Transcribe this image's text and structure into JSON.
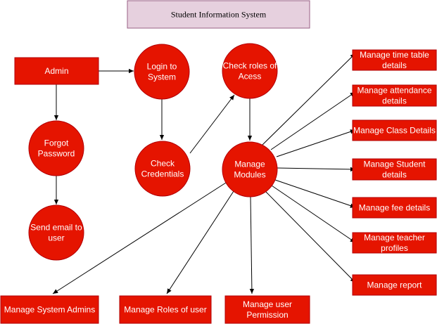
{
  "title": "Student Information System",
  "colors": {
    "node_fill": "#E51400",
    "node_stroke": "#B20000",
    "title_fill": "#E6D0DE",
    "title_stroke": "#996185",
    "edge": "#000000",
    "node_text": "#FFFFFF"
  },
  "nodes": {
    "admin": [
      "Admin"
    ],
    "login": [
      "Login to",
      "System"
    ],
    "check_roles": [
      "Check roles of",
      "Acess"
    ],
    "forgot_password": [
      "Forgot",
      "Password"
    ],
    "check_credentials": [
      "Check",
      "Credentials"
    ],
    "manage_modules": [
      "Manage",
      "Modules"
    ],
    "send_email": [
      "Send email to",
      "user"
    ],
    "manage_timetable": [
      "Manage time table",
      "details"
    ],
    "manage_attendance": [
      "Manage attendance",
      "details"
    ],
    "manage_class": [
      "Manage Class Details"
    ],
    "manage_student": [
      "Manage Student",
      "details"
    ],
    "manage_fee": [
      "Manage fee details"
    ],
    "manage_teacher": [
      "Manage teacher",
      "profiles"
    ],
    "manage_report": [
      "Manage report"
    ],
    "manage_admins": [
      "Manage System Admins"
    ],
    "manage_roles": [
      "Manage Roles of user"
    ],
    "manage_permission": [
      "Manage user",
      "Permission"
    ]
  },
  "edges": [
    [
      "admin",
      "login"
    ],
    [
      "admin",
      "forgot_password"
    ],
    [
      "forgot_password",
      "send_email"
    ],
    [
      "login",
      "check_credentials"
    ],
    [
      "check_credentials",
      "check_roles"
    ],
    [
      "check_roles",
      "manage_modules"
    ],
    [
      "manage_modules",
      "manage_timetable"
    ],
    [
      "manage_modules",
      "manage_attendance"
    ],
    [
      "manage_modules",
      "manage_class"
    ],
    [
      "manage_modules",
      "manage_student"
    ],
    [
      "manage_modules",
      "manage_fee"
    ],
    [
      "manage_modules",
      "manage_teacher"
    ],
    [
      "manage_modules",
      "manage_report"
    ],
    [
      "manage_modules",
      "manage_admins"
    ],
    [
      "manage_modules",
      "manage_roles"
    ],
    [
      "manage_modules",
      "manage_permission"
    ]
  ]
}
